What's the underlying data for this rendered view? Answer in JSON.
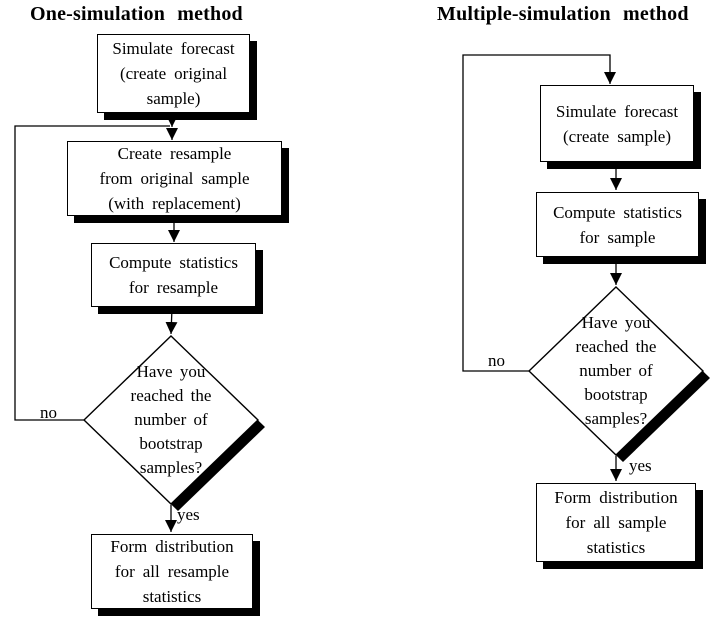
{
  "colors": {
    "ink": "#000000",
    "paper": "#ffffff"
  },
  "charts": [
    {
      "title": "One-simulation method",
      "steps": {
        "simulate": {
          "lines": [
            "Simulate forecast",
            "(create original",
            "sample)"
          ]
        },
        "resample": {
          "lines": [
            "Create resample",
            "from original sample",
            "(with replacement)"
          ]
        },
        "compute": {
          "lines": [
            "Compute statistics",
            "for resample"
          ]
        },
        "decision": {
          "lines": [
            "Have you",
            "reached the",
            "number of",
            "bootstrap",
            "samples?"
          ]
        },
        "distribution": {
          "lines": [
            "Form distribution",
            "for all resample",
            "statistics"
          ]
        }
      },
      "edge_labels": {
        "no": "no",
        "yes": "yes"
      }
    },
    {
      "title": "Multiple-simulation method",
      "steps": {
        "simulate": {
          "lines": [
            "Simulate forecast",
            "(create sample)"
          ]
        },
        "compute": {
          "lines": [
            "Compute statistics",
            "for sample"
          ]
        },
        "decision": {
          "lines": [
            "Have you",
            "reached the",
            "number of",
            "bootstrap",
            "samples?"
          ]
        },
        "distribution": {
          "lines": [
            "Form distribution",
            "for all sample",
            "statistics"
          ]
        }
      },
      "edge_labels": {
        "no": "no",
        "yes": "yes"
      }
    }
  ]
}
